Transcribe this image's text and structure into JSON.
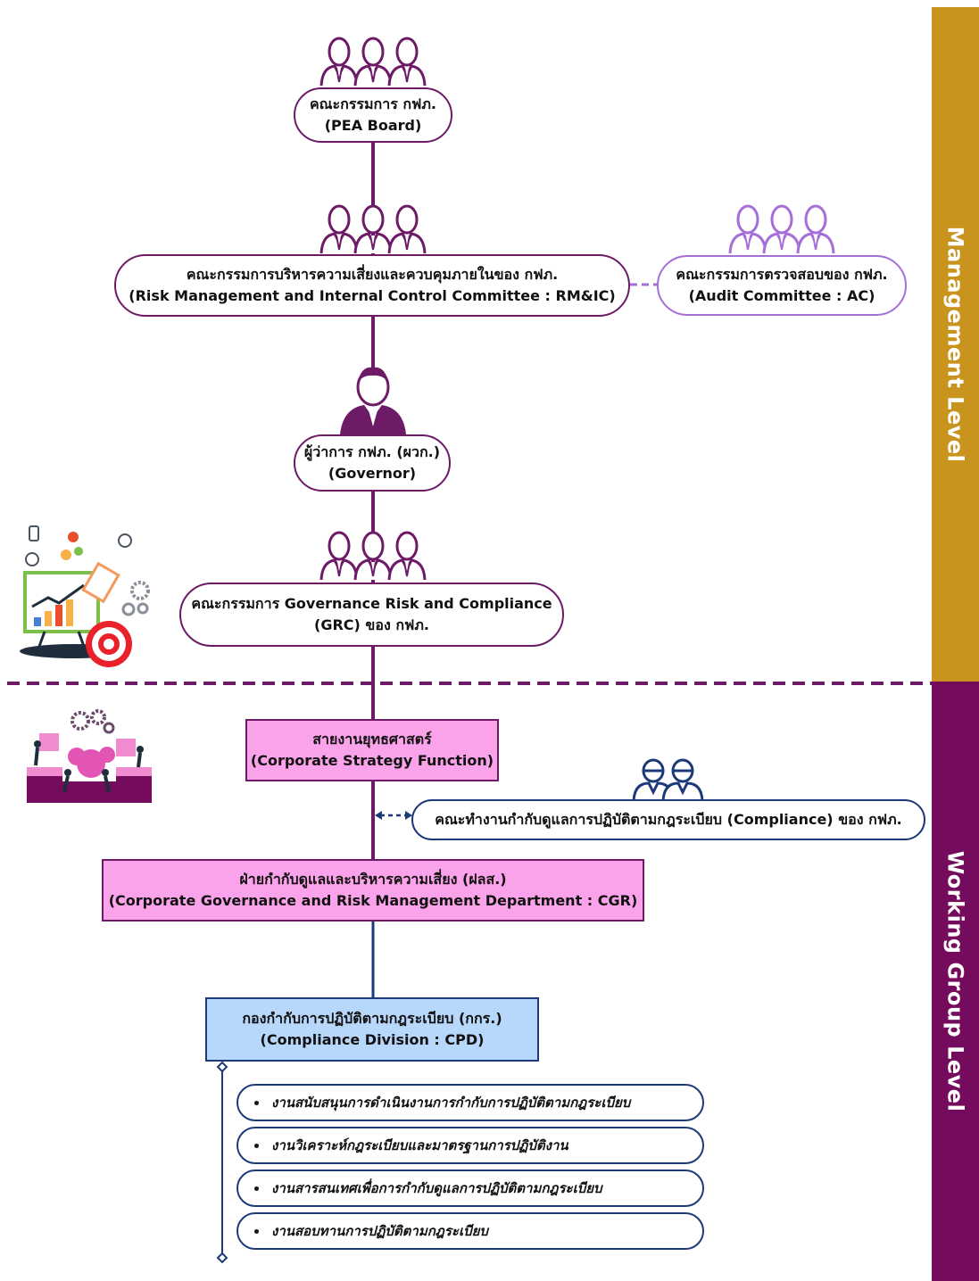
{
  "side_labels": {
    "management": "Management Level",
    "working": "Working Group Level"
  },
  "colors": {
    "management_bar": "#c9941e",
    "working_bar": "#740b5d",
    "line_purple": "#6d1a67",
    "line_navy": "#1d3a78",
    "box_pink": "#fba3ea",
    "box_blue": "#b8d8fb"
  },
  "nodes": {
    "board": {
      "th": "คณะกรรมการ กฟภ.",
      "en": "(PEA Board)"
    },
    "rmic": {
      "th": "คณะกรรมการบริหารความเสี่ยงและควบคุมภายในของ กฟภ.",
      "en": "(Risk Management and Internal Control Committee : RM&IC)"
    },
    "audit": {
      "th": "คณะกรรมการตรวจสอบของ  กฟภ.",
      "en": "(Audit Committee : AC)"
    },
    "governor": {
      "th": "ผู้ว่าการ กฟภ. (ผวก.)",
      "en": "(Governor)"
    },
    "grc": {
      "th": "คณะกรรมการ Governance Risk and Compliance",
      "en": "(GRC) ของ กฟภ."
    },
    "strategy": {
      "th": "สายงานยุทธศาสตร์",
      "en": "(Corporate Strategy Function)"
    },
    "compliance_wg": {
      "th": "คณะทำงานกำกับดูแลการปฏิบัติตามกฎระเบียบ (Compliance) ของ กฟภ."
    },
    "cgr": {
      "th": "ฝ่ายกำกับดูแลและบริหารความเสี่ยง (ฝลส.)",
      "en": "(Corporate Governance and Risk Management Department : CGR)"
    },
    "cpd": {
      "th": "กองกำกับการปฏิบัติตามกฎระเบียบ (กกร.)",
      "en": "(Compliance Division : CPD)"
    }
  },
  "tasks": [
    "งานสนับสนุนการดำเนินงานการกำกับการปฏิบัติตามกฎระเบียบ",
    "งานวิเคราะห์กฎระเบียบและมาตรฐานการปฏิบัติงาน",
    "งานสารสนเทศเพื่อการกำกับดูแลการปฏิบัติตามกฎระเบียบ",
    "งานสอบทานการปฏิบัติตามกฎระเบียบ"
  ],
  "icons": [
    "committee-people-icon",
    "governor-person-icon",
    "working-team-icon",
    "strategy-chart-illustration",
    "teamwork-gears-illustration"
  ]
}
